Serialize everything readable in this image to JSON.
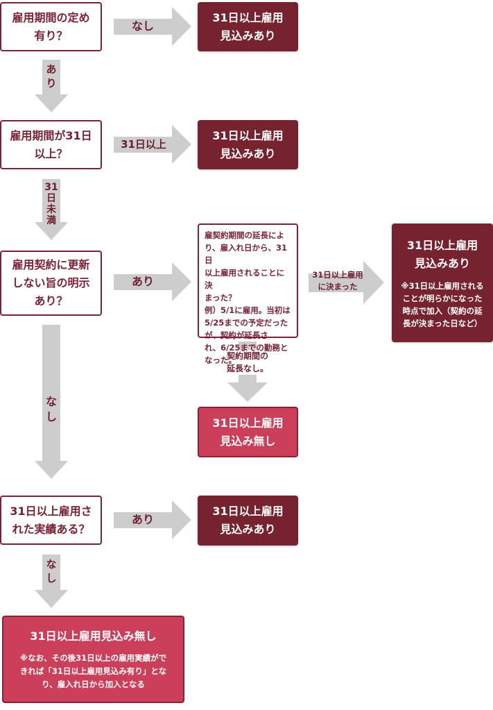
{
  "questions": {
    "q1": [
      "雇用期間の定め",
      "有り？"
    ],
    "q2": [
      "雇用期間が31日",
      "以上？"
    ],
    "q3": [
      "雇用契約に更新",
      "しない旨の明示",
      "あり？"
    ],
    "q4": [
      "31日以上雇用さ",
      "れた実績ある？"
    ]
  },
  "results": {
    "r1": [
      "31日以上雇用",
      "見込みあり"
    ],
    "r2": [
      "31日以上雇用",
      "見込みあり"
    ],
    "r3": {
      "title": [
        "31日以上雇用",
        "見込みあり"
      ],
      "note": [
        "※31日以上雇用される",
        "ことが明らかになった",
        "時点で加入（契約の延",
        "長が決まった日など）"
      ]
    },
    "r4": [
      "31日以上雇用",
      "見込み無し"
    ],
    "r5": [
      "31日以上雇用",
      "見込みあり"
    ],
    "r6": {
      "title": "31日以上雇用見込み無し",
      "note": [
        "※なお、その後31日以上の雇用実績がで",
        "きれば「31日以上雇用見込み有り」とな",
        "り、雇入れ日から加入となる"
      ]
    }
  },
  "middle_note": [
    "雇契約期間の延長によ",
    "り、雇入れ日から、31日",
    "以上雇用されることに決",
    "まった？",
    "例）5/1に雇用。当初は",
    "5/25までの予定だった",
    "が、契約が延長さ",
    "れ、6/25までの勤務と",
    "なった。"
  ],
  "arrow_labels": {
    "a1": "なし",
    "a2": "あり",
    "a3": "31日以上",
    "a4": "31\n日\n未\n満",
    "a5": "あり",
    "a6": "31日以上雇用\nに決まった",
    "a7": "契約期間の\n延長なし。",
    "a8": "なし",
    "a9": "あり",
    "a10": "なし"
  },
  "colors": {
    "arrow": "#cdcdcd",
    "dark_result": "#76222f",
    "light_result": "#cc3f5a",
    "border": "#7a2233"
  }
}
